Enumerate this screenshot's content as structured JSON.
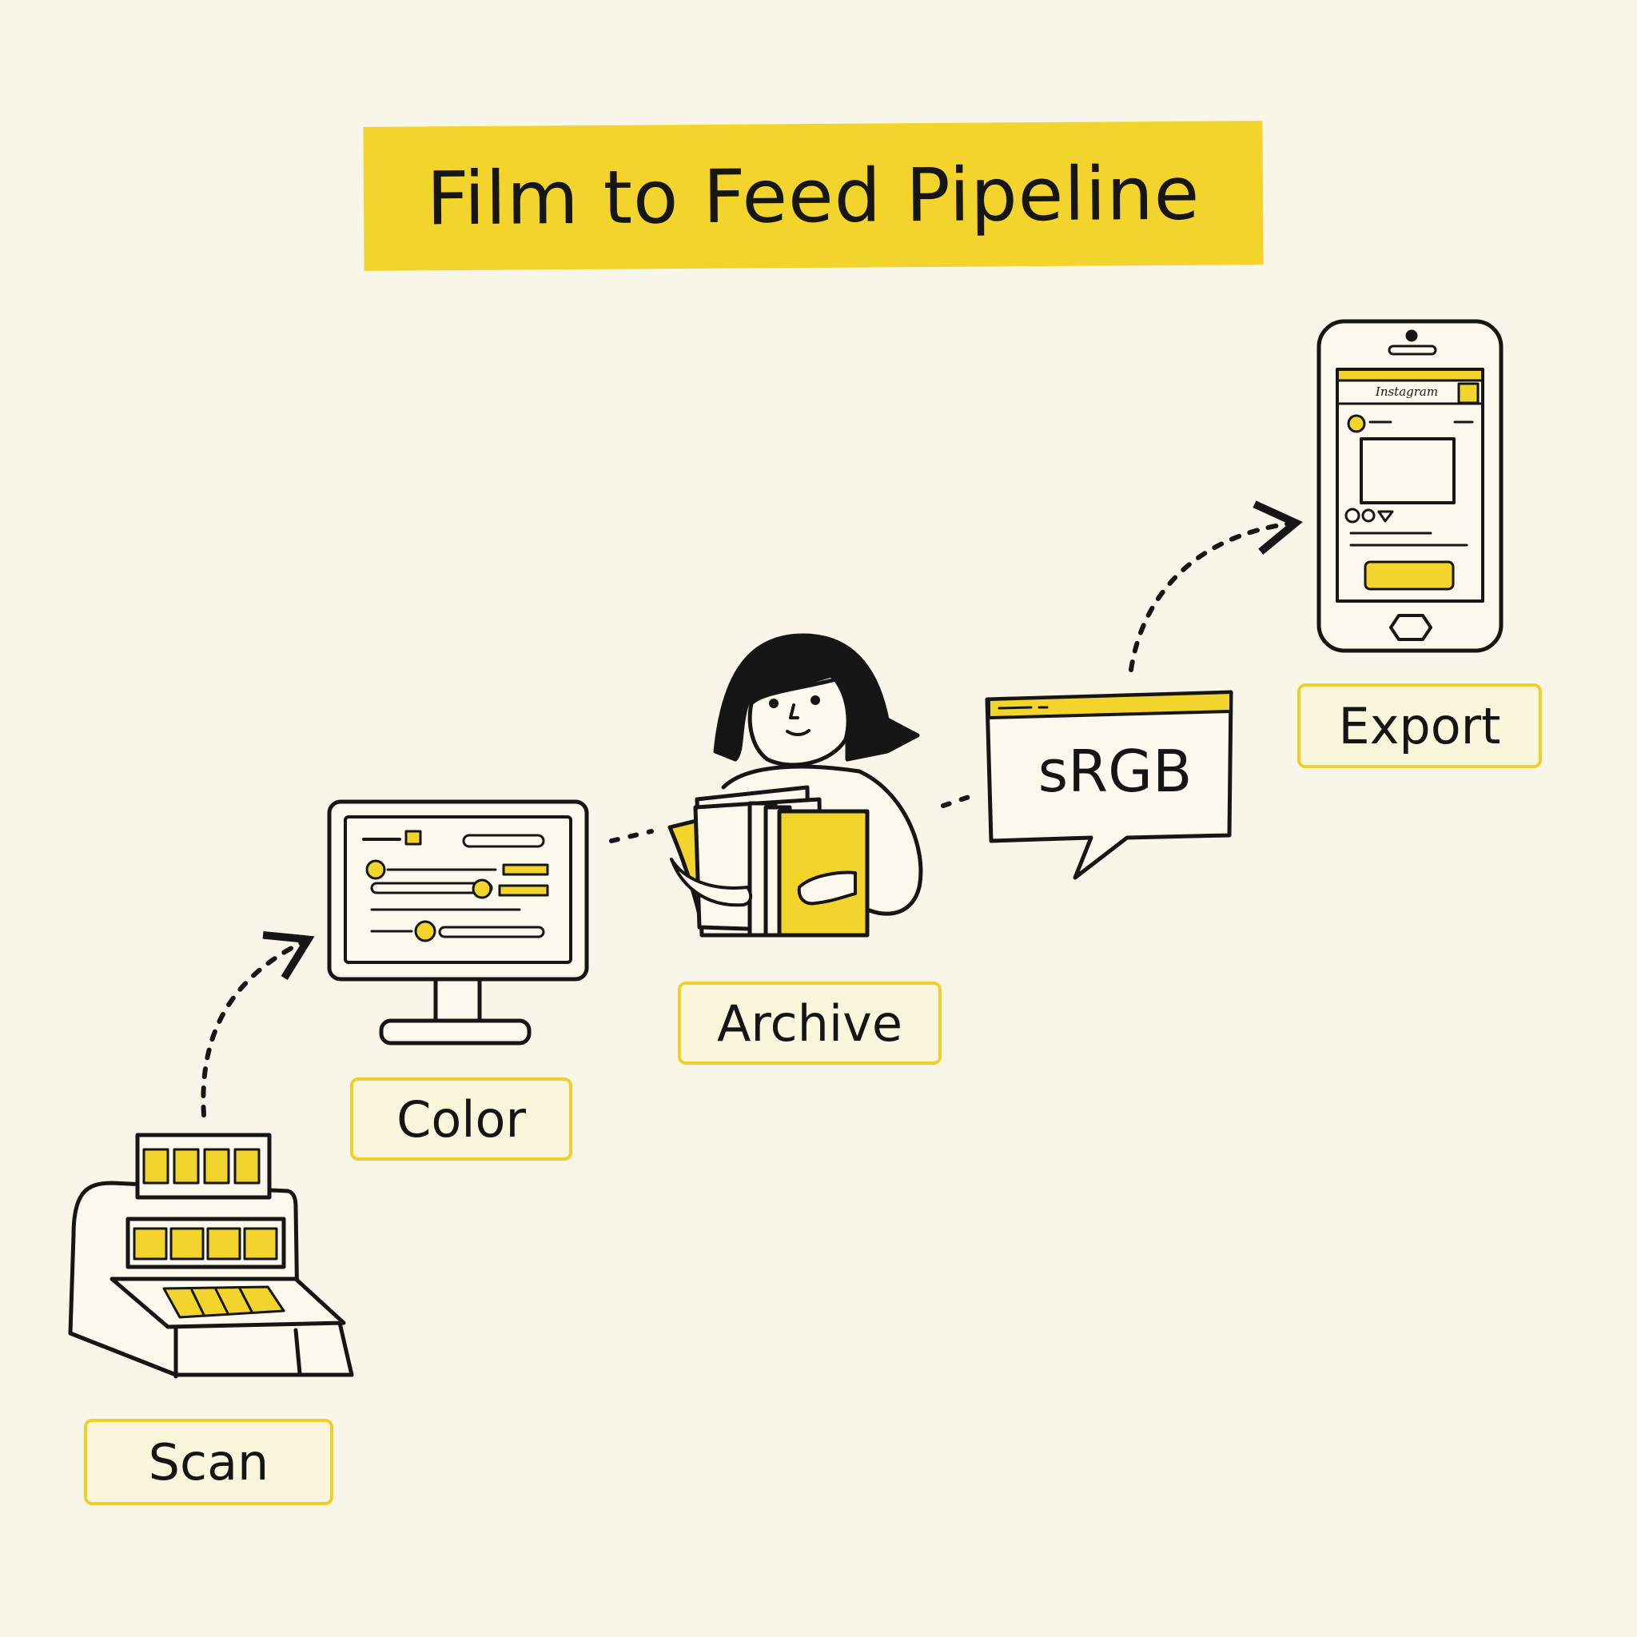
{
  "title": "Film to Feed Pipeline",
  "steps": {
    "scan": "Scan",
    "color": "Color",
    "archive": "Archive",
    "export": "Export"
  },
  "bubble": "sRGB",
  "phone_app_name": "Instagram",
  "colors": {
    "background": "#f8f6e9",
    "accent_yellow": "#f2d42c",
    "ink": "#161616"
  },
  "icons": [
    "film-scanner-icon",
    "monitor-icon",
    "person-with-folders-icon",
    "speech-bubble-icon",
    "phone-icon"
  ]
}
